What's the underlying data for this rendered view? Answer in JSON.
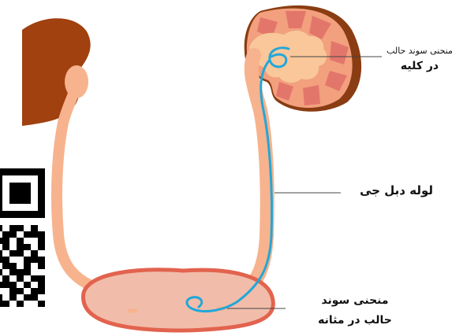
{
  "labels": {
    "kidney_curl": "منحنی سوند حالب",
    "kidney_location": "در کلیه",
    "tube": "لوله دبل جی",
    "bladder_curl": "منحنی سوند",
    "bladder_location": "حالب در مثانه"
  },
  "colors": {
    "ureter": "#f7b38e",
    "stent": "#22a7d8",
    "kidney_body": "#f2a07e",
    "kidney_pelvis": "#f9c79a",
    "kidney_pyramid": "#e3766b",
    "kidney_capsule": "#8a3d12",
    "left_kidney": "#a0410f",
    "bladder_fill": "#f1bdaa",
    "bladder_wall": "#e2634e",
    "leader_line": "#444444",
    "qr_code": "#000000"
  },
  "icons": {
    "qr": "qr-code-icon"
  }
}
